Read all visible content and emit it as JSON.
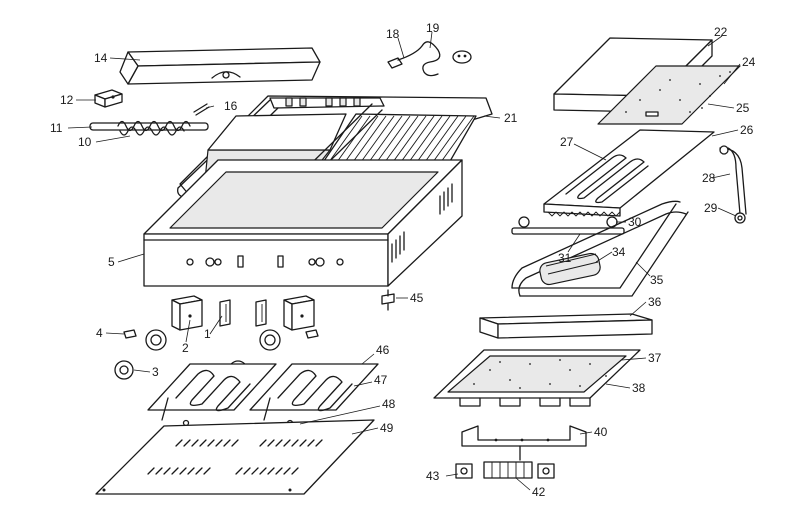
{
  "labels": {
    "p1": "1",
    "p2": "2",
    "p3": "3",
    "p4": "4",
    "p5": "5",
    "p10": "10",
    "p11": "11",
    "p12": "12",
    "p14": "14",
    "p16": "16",
    "p18": "18",
    "p19": "19",
    "p21": "21",
    "p22": "22",
    "p24": "24",
    "p25": "25",
    "p26": "26",
    "p27": "27",
    "p28": "28",
    "p29": "29",
    "p30": "30",
    "p31": "31",
    "p34": "34",
    "p35": "35",
    "p36": "36",
    "p37": "37",
    "p38": "38",
    "p40": "40",
    "p42": "42",
    "p43": "43",
    "p45": "45",
    "p46": "46",
    "p47": "47",
    "p48": "48",
    "p49": "49"
  }
}
